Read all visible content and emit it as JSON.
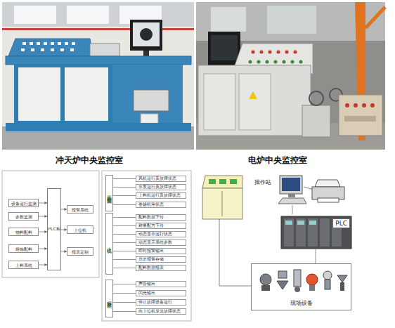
{
  "diagram": {
    "nodes": [
      {
        "text": [
          "设备运行监测"
        ]
      },
      {
        "text": [
          "参数监测"
        ]
      },
      {
        "text": [
          "物料配料"
        ]
      },
      {
        "text": [
          "熔炼配料"
        ]
      },
      {
        "text": [
          "上料系统"
        ]
      },
      {
        "text": [
          "PLC柜"
        ]
      },
      {
        "text": [
          "报警系统"
        ]
      },
      {
        "text": [
          "上位机"
        ]
      },
      {
        "text": [
          "报表定制"
        ]
      },
      {
        "text": [
          "设备运行监测"
        ]
      },
      {
        "text": [
          "风机运行及故障状态"
        ]
      },
      {
        "text": [
          "水泵运行及故障状态"
        ]
      },
      {
        "text": [
          "上料机运行及故障状态"
        ]
      },
      {
        "text": [
          "卷扬机等状态"
        ]
      },
      {
        "text": [
          "上位机"
        ]
      },
      {
        "text": [
          "配料数据下传"
        ]
      },
      {
        "text": [
          "称量配方下传"
        ]
      },
      {
        "text": [
          "动态显示运行状态"
        ]
      },
      {
        "text": [
          "动态显示系统参数"
        ]
      },
      {
        "text": [
          "即时报警输出"
        ]
      },
      {
        "text": [
          "历史报警存储"
        ]
      },
      {
        "text": [
          "配料数据报表"
        ]
      },
      {
        "text": [
          "报警系统"
        ]
      },
      {
        "text": [
          "声音输出"
        ]
      },
      {
        "text": [
          "闪光输出"
        ]
      },
      {
        "text": [
          "停止故障设备运行"
        ]
      },
      {
        "text": [
          "向上位机发送故障状态"
        ]
      },
      {
        "text": [
          "操作站"
        ]
      },
      {
        "text": [
          "PLC"
        ]
      },
      {
        "text": [
          "现场设备"
        ]
      }
    ],
    "edges": [
      {
        "from": 0,
        "to": 5,
        "arrow": "to"
      },
      {
        "from": 1,
        "to": 5,
        "arrow": "to"
      },
      {
        "from": 2,
        "to": 5,
        "arrow": "to"
      },
      {
        "from": 3,
        "to": 5,
        "arrow": "to"
      },
      {
        "from": 4,
        "to": 5,
        "arrow": "to"
      },
      {
        "from": 5,
        "to": 6,
        "arrow": "to"
      },
      {
        "from": 5,
        "to": 7,
        "arrow": "to"
      },
      {
        "from": 5,
        "to": 8,
        "arrow": "to"
      },
      {
        "from": 9,
        "to": 10,
        "arrow": "none"
      },
      {
        "from": 9,
        "to": 11,
        "arrow": "none"
      },
      {
        "from": 9,
        "to": 12,
        "arrow": "none"
      },
      {
        "from": 9,
        "to": 13,
        "arrow": "none"
      },
      {
        "from": 14,
        "to": 15,
        "arrow": "none"
      },
      {
        "from": 14,
        "to": 16,
        "arrow": "none"
      },
      {
        "from": 14,
        "to": 17,
        "arrow": "none"
      },
      {
        "from": 14,
        "to": 18,
        "arrow": "none"
      },
      {
        "from": 14,
        "to": 19,
        "arrow": "none"
      },
      {
        "from": 14,
        "to": 20,
        "arrow": "none"
      },
      {
        "from": 14,
        "to": 21,
        "arrow": "none"
      },
      {
        "from": 22,
        "to": 23,
        "arrow": "none"
      },
      {
        "from": 22,
        "to": 24,
        "arrow": "none"
      },
      {
        "from": 22,
        "to": 25,
        "arrow": "none"
      },
      {
        "from": 22,
        "to": 26,
        "arrow": "none"
      },
      {
        "from": 27,
        "to": 28,
        "arrow": "none"
      },
      {
        "from": 28,
        "to": 29,
        "arrow": "none"
      }
    ],
    "labels": [
      "冲天炉中央监控室",
      "电炉中央监控室"
    ]
  }
}
